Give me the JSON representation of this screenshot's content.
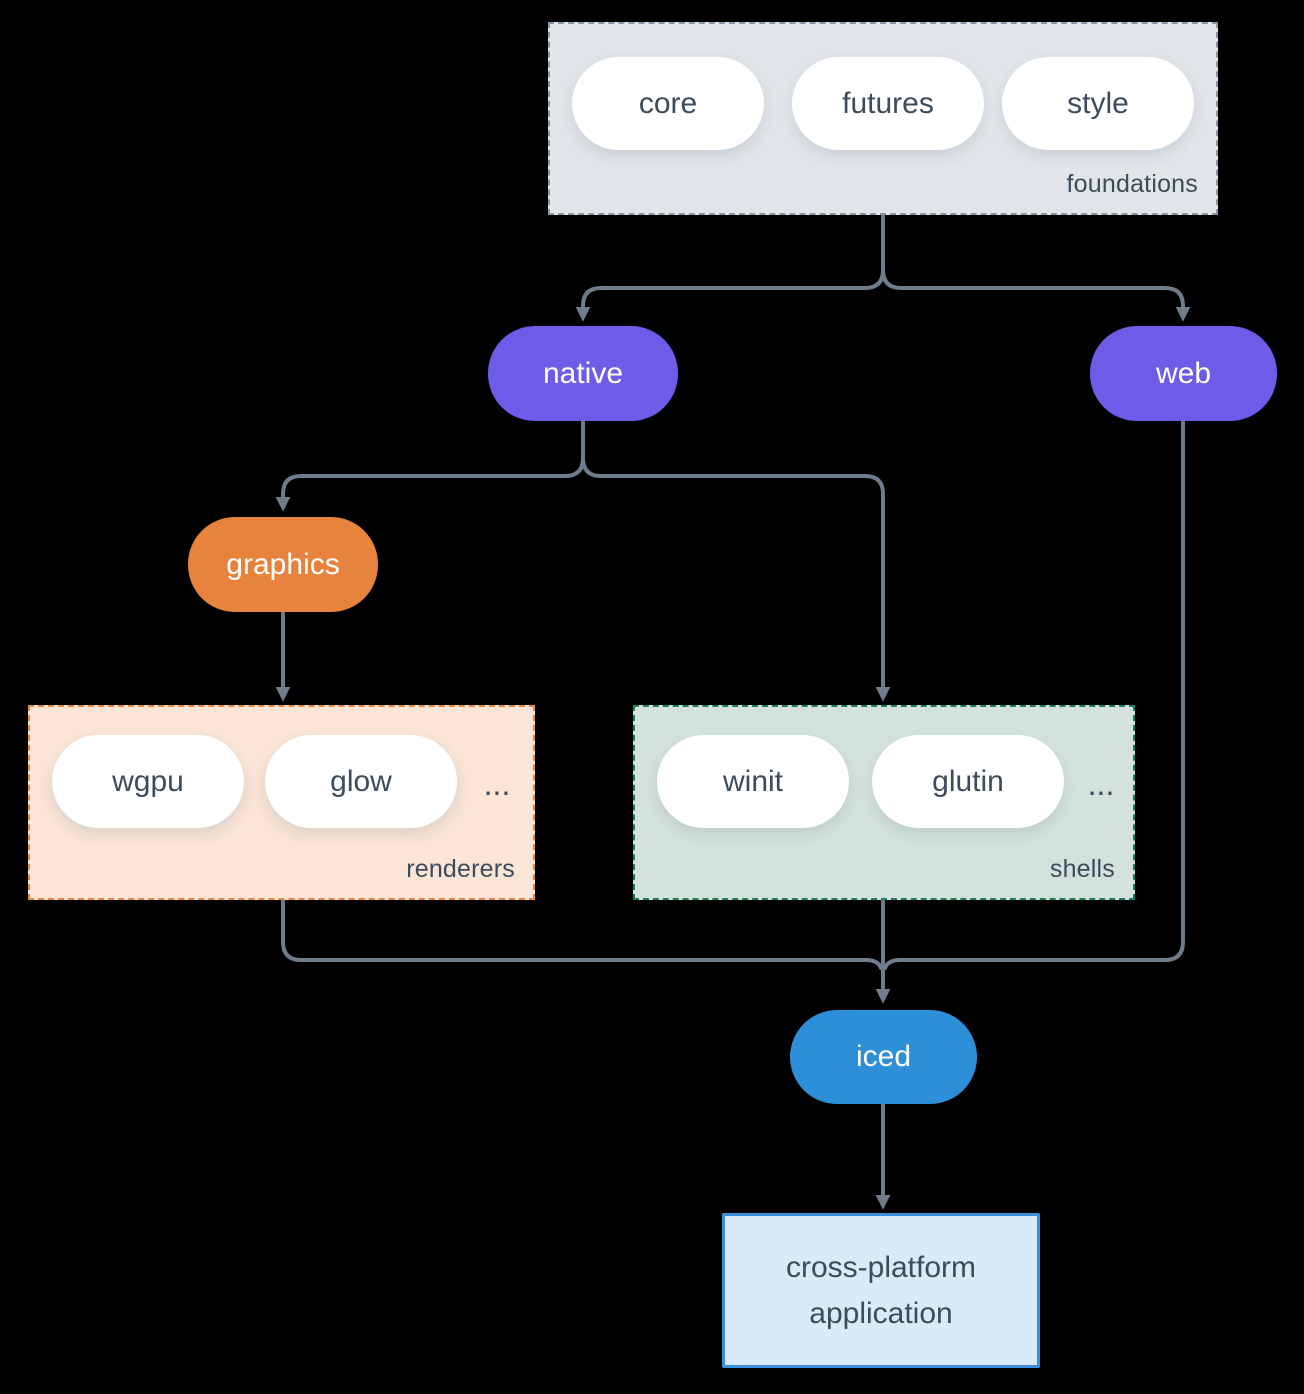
{
  "diagram": {
    "foundations": {
      "label": "foundations",
      "items": [
        "core",
        "futures",
        "style"
      ]
    },
    "native": {
      "label": "native"
    },
    "web": {
      "label": "web"
    },
    "graphics": {
      "label": "graphics"
    },
    "renderers": {
      "label": "renderers",
      "items": [
        "wgpu",
        "glow"
      ],
      "ellipsis": "..."
    },
    "shells": {
      "label": "shells",
      "items": [
        "winit",
        "glutin"
      ],
      "ellipsis": "..."
    },
    "iced": {
      "label": "iced"
    },
    "application": {
      "label_line1": "cross-platform",
      "label_line2": "application"
    },
    "edges": [
      {
        "from": "foundations",
        "to": "native"
      },
      {
        "from": "foundations",
        "to": "web"
      },
      {
        "from": "native",
        "to": "graphics"
      },
      {
        "from": "native",
        "to": "shells"
      },
      {
        "from": "graphics",
        "to": "renderers"
      },
      {
        "from": "renderers",
        "to": "iced"
      },
      {
        "from": "shells",
        "to": "iced"
      },
      {
        "from": "web",
        "to": "iced"
      },
      {
        "from": "iced",
        "to": "application"
      }
    ],
    "colors": {
      "background": "#000000",
      "connector": "#6e7c8c",
      "node_purple": "#6c5ce8",
      "node_orange": "#e8833d",
      "node_blue": "#2e8fd9",
      "foundations_bg": "#e2e6ea",
      "foundations_border": "#8996a6",
      "renderers_bg": "#fae5d6",
      "renderers_border": "#e8873f",
      "shells_bg": "#d3e2dd",
      "shells_border": "#1f7a68",
      "application_bg": "#d9eafa",
      "application_border": "#3a90dc",
      "text_dark": "#3d4c5c",
      "text_light": "#ffffff"
    }
  }
}
